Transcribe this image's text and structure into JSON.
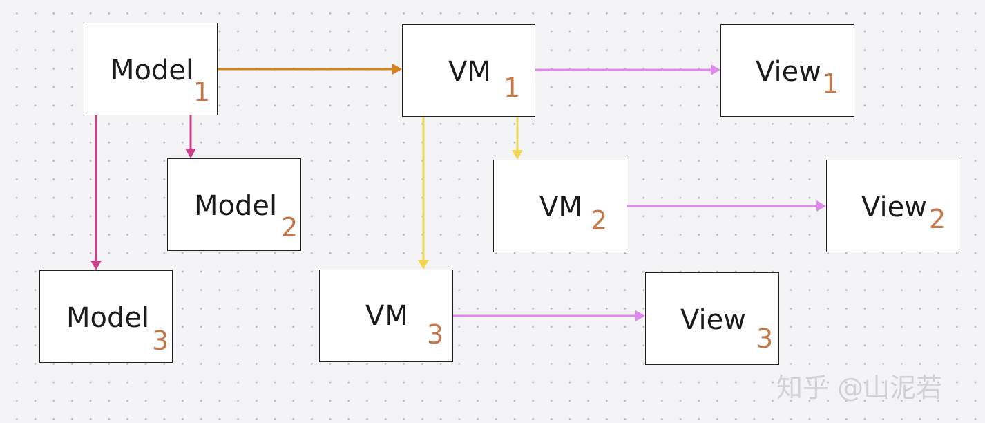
{
  "nodes": {
    "model1": {
      "label": "Model",
      "sub": "1"
    },
    "model2": {
      "label": "Model",
      "sub": "2"
    },
    "model3": {
      "label": "Model",
      "sub": "3"
    },
    "vm1": {
      "label": "VM",
      "sub": "1"
    },
    "vm2": {
      "label": "VM",
      "sub": "2"
    },
    "vm3": {
      "label": "VM",
      "sub": "3"
    },
    "view1": {
      "label": "View",
      "sub": "1"
    },
    "view2": {
      "label": "View",
      "sub": "2"
    },
    "view3": {
      "label": "View",
      "sub": "3"
    }
  },
  "edges": [
    {
      "from": "model1",
      "to": "vm1",
      "color": "#d9801e"
    },
    {
      "from": "model1",
      "to": "model2",
      "color": "#cc3f8a"
    },
    {
      "from": "model1",
      "to": "model3",
      "color": "#cc3f8a"
    },
    {
      "from": "vm1",
      "to": "view1",
      "color": "#dd8aec"
    },
    {
      "from": "vm1",
      "to": "vm2",
      "color": "#f2d64e"
    },
    {
      "from": "vm1",
      "to": "vm3",
      "color": "#f2d64e"
    },
    {
      "from": "vm2",
      "to": "view2",
      "color": "#dd8aec"
    },
    {
      "from": "vm3",
      "to": "view3",
      "color": "#dd8aec"
    }
  ],
  "watermark": "知乎 @山泥若"
}
